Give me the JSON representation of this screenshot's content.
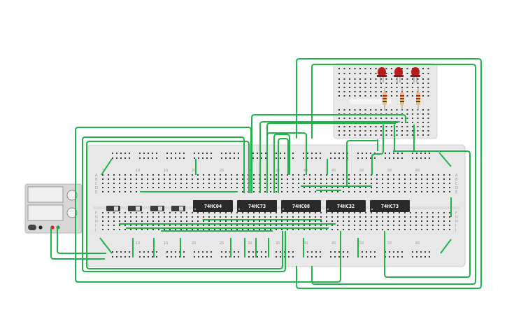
{
  "breadboard": {
    "column_numbers": [
      "1",
      "10",
      "15",
      "20",
      "25",
      "30",
      "35",
      "40",
      "45",
      "50",
      "55",
      "60"
    ],
    "row_labels_top": [
      "A",
      "B",
      "C",
      "D",
      "E"
    ],
    "row_labels_bottom": [
      "F",
      "G",
      "H",
      "I",
      "J"
    ]
  },
  "chips": [
    {
      "label": "74HC04"
    },
    {
      "label": "74HC73"
    },
    {
      "label": "74HC08"
    },
    {
      "label": "74HC32"
    },
    {
      "label": "74HC73"
    }
  ],
  "switches_count": 4,
  "leds": [
    {
      "color": "#b81d1d"
    },
    {
      "color": "#b81d1d"
    },
    {
      "color": "#b81d1d"
    }
  ],
  "colors": {
    "wire": "#22b24c",
    "board": "#e6e6e6",
    "chip": "#2a2a2a",
    "power_supply": "#d7d7d7"
  },
  "power_supply": {
    "terminal_colors": [
      "#222222",
      "#d62020",
      "#2f9d3b"
    ]
  }
}
